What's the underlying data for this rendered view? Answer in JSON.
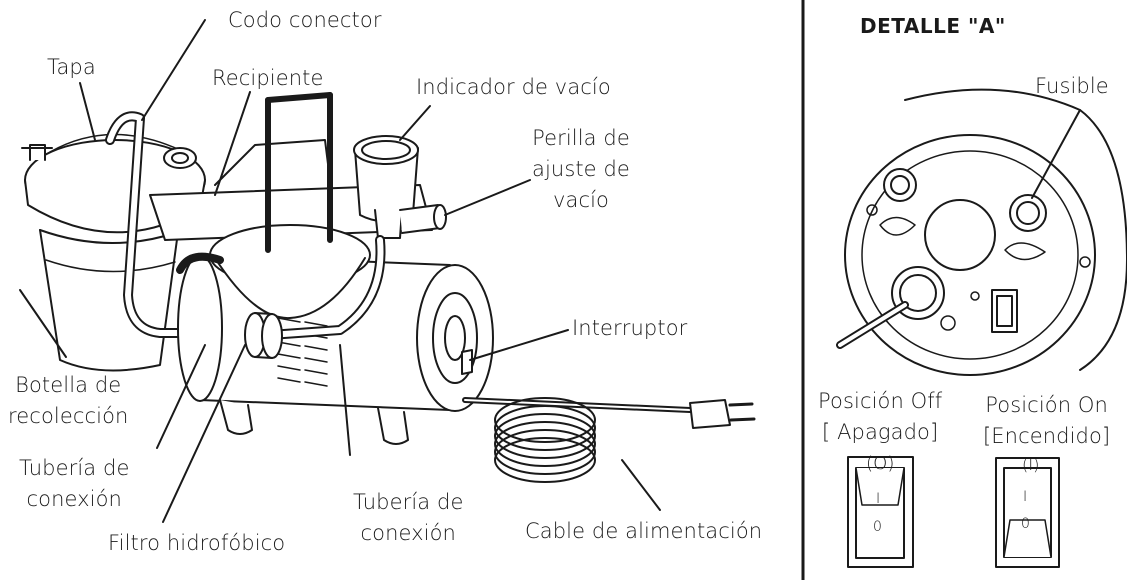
{
  "main": {
    "labels": {
      "codo_conector": "Codo conector",
      "tapa": "Tapa",
      "recipiente": "Recipiente",
      "indicador": "Indicador de vacío",
      "perilla": [
        "Perilla de",
        "ajuste de",
        "vacío"
      ],
      "interruptor": "Interruptor",
      "botella": [
        "Botella de",
        "recolección"
      ],
      "tuberia_izq": [
        "Tubería de",
        "conexión"
      ],
      "filtro": "Filtro hidrofóbico",
      "tuberia_cen": [
        "Tubería de",
        "conexión"
      ],
      "cable": "Cable de alimentación"
    }
  },
  "detail": {
    "title": "DETALLE \"A\"",
    "fusible": "Fusible",
    "off_label": [
      "Posición Off",
      "[ Apagado]"
    ],
    "on_label": [
      "Posición On",
      "[Encendido]"
    ],
    "off_symbol": "(O)",
    "on_symbol": "(I)",
    "switch_glyph_top": "I",
    "switch_glyph_bottom": "0"
  },
  "colors": {
    "line": "#1a1a1a",
    "fill": "#ffffff",
    "shade": "#bdbdbd"
  }
}
